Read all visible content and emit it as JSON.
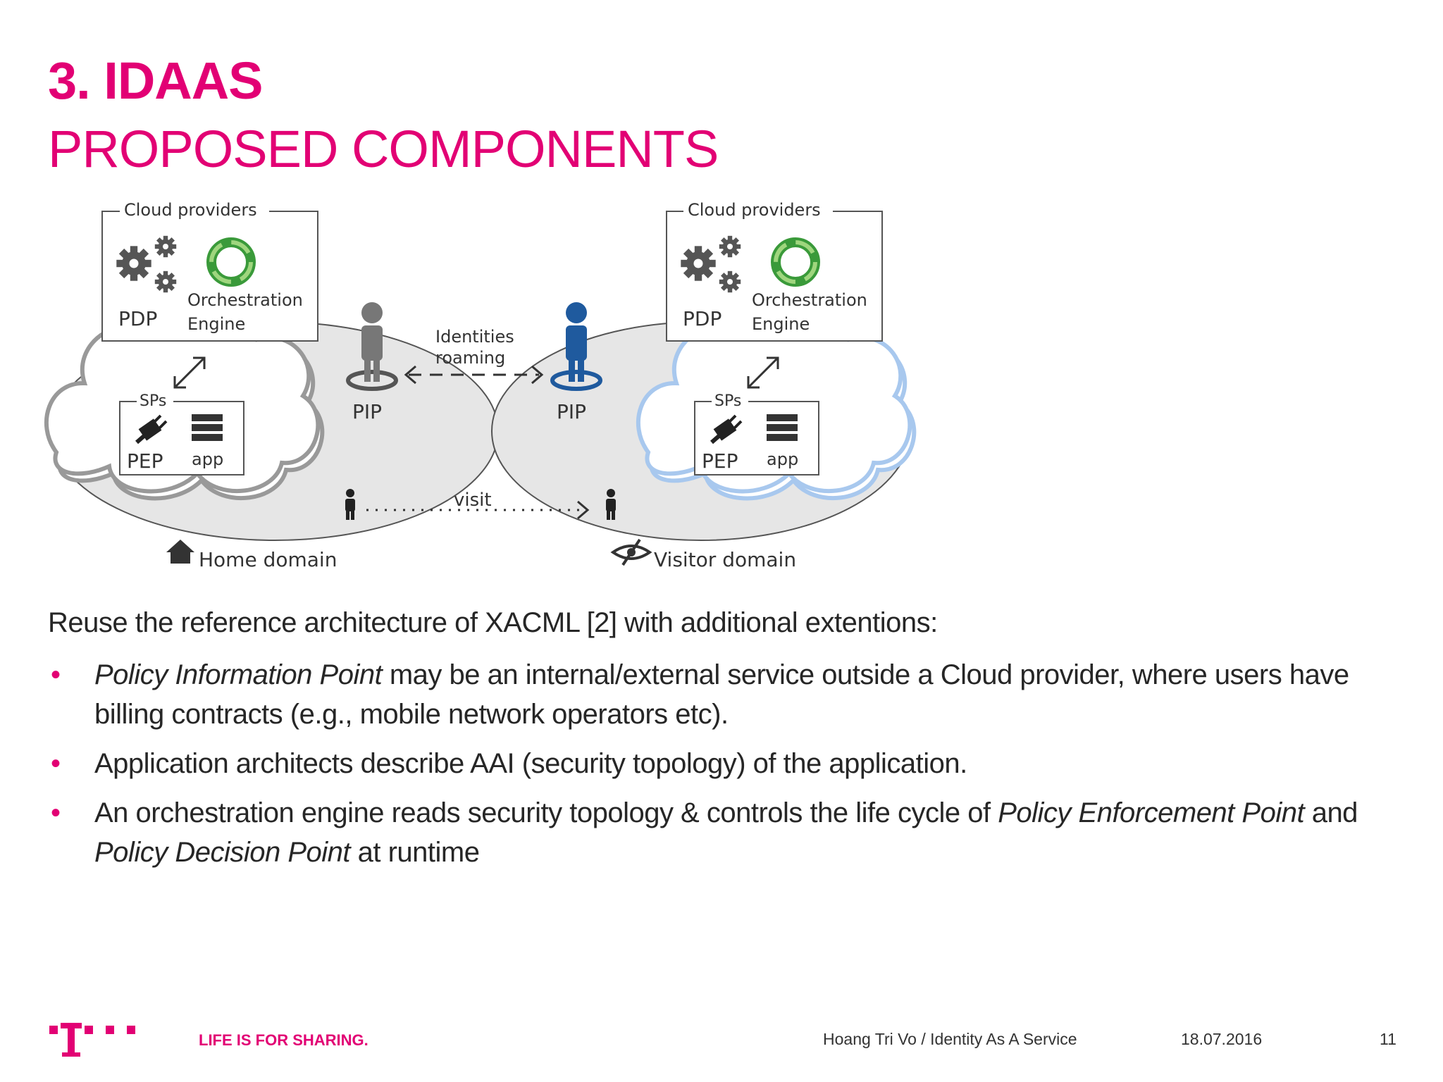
{
  "header": {
    "title": "3. IDAAS",
    "subtitle": "PROPOSED COMPONENTS"
  },
  "diagram": {
    "home": {
      "group_label": "Cloud providers",
      "pdp": "PDP",
      "orchestration": "Orchestration",
      "engine": "Engine",
      "sps": "SPs",
      "pep": "PEP",
      "app": "app",
      "pip": "PIP",
      "domain": "Home domain"
    },
    "visitor": {
      "group_label": "Cloud providers",
      "pdp": "PDP",
      "orchestration": "Orchestration",
      "engine": "Engine",
      "sps": "SPs",
      "pep": "PEP",
      "app": "app",
      "pip": "PIP",
      "domain": "Visitor domain"
    },
    "identities": "Identities",
    "roaming": "roaming",
    "visit": "visit",
    "colors": {
      "orchestration_green": "#3a9a3a",
      "visitor_blue": "#1f5a9e",
      "cloud_visitor": "#a8c8ee"
    }
  },
  "body": {
    "intro": "Reuse the reference architecture of XACML [2] with additional extentions:",
    "bullet1_em": "Policy Information Point",
    "bullet1_rest": " may be an internal/external service outside a Cloud provider, where users have billing contracts (e.g., mobile network operators etc).",
    "bullet2": "Application architects describe AAI (security topology) of the application.",
    "bullet3_a": "An orchestration engine reads security topology & controls the life cycle of ",
    "bullet3_em1": "Policy Enforcement Point",
    "bullet3_b": " and ",
    "bullet3_em2": "Policy Decision Point",
    "bullet3_c": " at runtime",
    "bullet_marker": "•"
  },
  "footer": {
    "slogan": "LIFE IS FOR SHARING.",
    "author": "Hoang Tri Vo / Identity As A Service",
    "date": "18.07.2016",
    "page": "11",
    "brand_color": "#e20074"
  }
}
